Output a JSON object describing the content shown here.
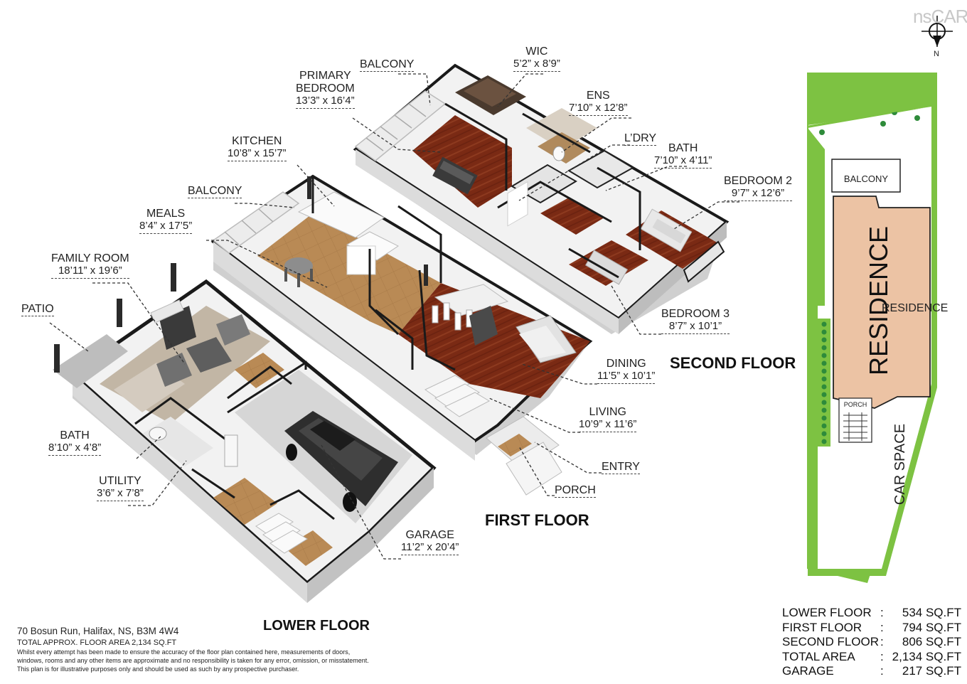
{
  "brand": {
    "logo_text": "nsCAR",
    "compass_letter": "N"
  },
  "floors": {
    "lower": "LOWER FLOOR",
    "first": "FIRST FLOOR",
    "second": "SECOND FLOOR"
  },
  "rooms": {
    "wic": {
      "name": "WIC",
      "dims": "5’2” x 8’9”"
    },
    "balcony_top": {
      "name": "BALCONY"
    },
    "primary_bedroom": {
      "name1": "PRIMARY",
      "name2": "BEDROOM",
      "dims": "13’3” x 16’4”"
    },
    "ens": {
      "name": "ENS",
      "dims": "7’10” x 12’8”"
    },
    "laundry": {
      "name": "L’DRY"
    },
    "bath_upper": {
      "name": "BATH",
      "dims": "7’10” x 4’11”"
    },
    "kitchen": {
      "name": "KITCHEN",
      "dims": "10’8” x 15’7”"
    },
    "bedroom2": {
      "name": "BEDROOM 2",
      "dims": "9’7” x 12’6”"
    },
    "balcony_first": {
      "name": "BALCONY"
    },
    "meals": {
      "name": "MEALS",
      "dims": "8’4” x 17’5”"
    },
    "family_room": {
      "name": "FAMILY ROOM",
      "dims": "18’11” x 19’6”"
    },
    "patio": {
      "name": "PATIO"
    },
    "bedroom3": {
      "name": "BEDROOM 3",
      "dims": "8’7” x 10’1”"
    },
    "dining": {
      "name": "DINING",
      "dims": "11’5” x 10’1”"
    },
    "living": {
      "name": "LIVING",
      "dims": "10’9” x 11’6”"
    },
    "bath_lower": {
      "name": "BATH",
      "dims": "8’10” x 4’8”"
    },
    "entry": {
      "name": "ENTRY"
    },
    "utility": {
      "name": "UTILITY",
      "dims": "3’6” x 7’8”"
    },
    "porch": {
      "name": "PORCH"
    },
    "garage": {
      "name": "GARAGE",
      "dims": "11’2” x 20’4”"
    }
  },
  "site_plan": {
    "balcony": "BALCONY",
    "residence": "RESIDENCE",
    "porch": "PORCH",
    "car_space": "CAR SPACE",
    "colors": {
      "lawn": "#7dc242",
      "residence": "#ecc3a4",
      "tree": "#2e8b3a"
    }
  },
  "footer": {
    "address": "70 Bosun Run, Halifax, NS, B3M 4W4",
    "total": "TOTAL APPROX. FLOOR AREA 2,134 SQ.FT",
    "disclaimer": [
      "Whilst every attempt has been made to ensure the accuracy of the floor plan contained here, measurements of doors,",
      "windows, rooms and any other items are approximate and no responsibility is taken for any error, omission, or misstatement.",
      "This plan is for illustrative purposes only and should be used as such by any prospective purchaser."
    ]
  },
  "areas": [
    {
      "label": "LOWER FLOOR",
      "sep": ":",
      "value": "534 SQ.FT"
    },
    {
      "label": "FIRST FLOOR",
      "sep": ":",
      "value": "794 SQ.FT"
    },
    {
      "label": "SECOND FLOOR",
      "sep": ":",
      "value": "806 SQ.FT"
    },
    {
      "label": "TOTAL AREA",
      "sep": ":",
      "value": "2,134 SQ.FT"
    },
    {
      "label": "GARAGE",
      "sep": ":",
      "value": "217 SQ.FT"
    }
  ],
  "palette": {
    "wood": "#7a2a14",
    "tan_floor": "#b98a55",
    "carpet": "#c2b6a5",
    "wall": "#f4f4f4",
    "wall_side": "#cfcfcf"
  }
}
